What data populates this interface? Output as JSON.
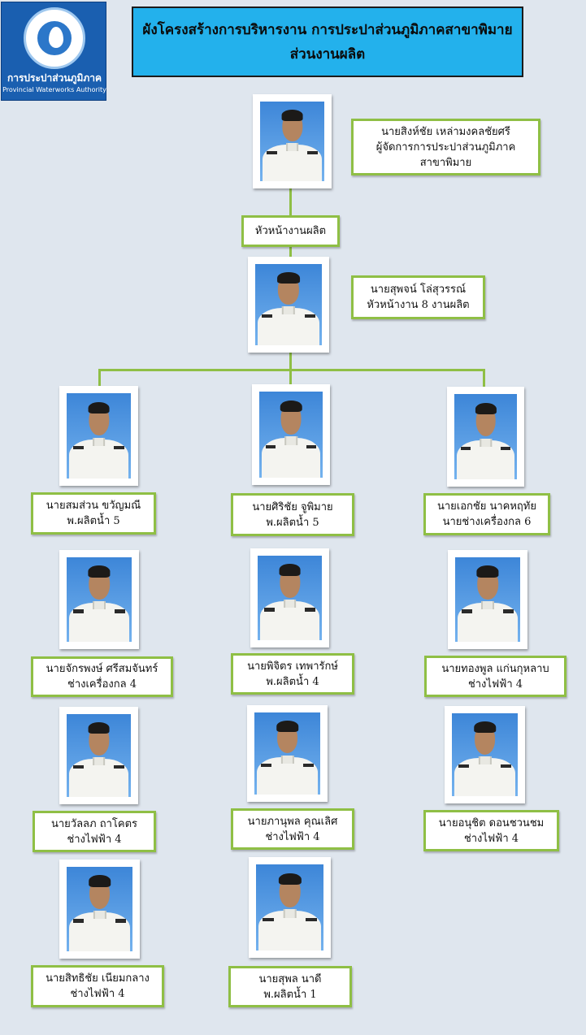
{
  "logo": {
    "name_th": "การประปาส่วนภูมิภาค",
    "name_en": "Provincial Waterworks Authority"
  },
  "header": {
    "title_line1": "ผังโครงสร้างการบริหารงาน การประปาส่วนภูมิภาคสาขาพิมาย",
    "title_line2": "ส่วนงานผลิต"
  },
  "section_label": "หัวหน้างานผลิต",
  "manager": {
    "name": "นายสิงห์ชัย  เหล่ามงคลชัยศรี",
    "position_line1": "ผู้จัดการการประปาส่วนภูมิภาค",
    "position_line2": "สาขาพิมาย"
  },
  "head": {
    "name": "นายสุพจน์  โล่สุวรรณ์",
    "position": "หัวหน้างาน 8 งานผลิต"
  },
  "staff": [
    {
      "name": "นายสมส่วน  ขวัญมณี",
      "position": "พ.ผลิตน้ำ 5"
    },
    {
      "name": "นายศิริชัย  จูพิมาย",
      "position": "พ.ผลิตน้ำ 5"
    },
    {
      "name": "นายเอกชัย นาคหฤทัย",
      "position": "นายช่างเครื่องกล 6"
    },
    {
      "name": "นายจักรพงษ์  ศรีสมจันทร์",
      "position": "ช่างเครื่องกล 4"
    },
    {
      "name": "นายพิจิตร  เทพารักษ์",
      "position": "พ.ผลิตน้ำ 4"
    },
    {
      "name": "นายทองพูล  แก่นกุหลาบ",
      "position": "ช่างไฟฟ้า 4"
    },
    {
      "name": "นายวัลลภ  ถาโคตร",
      "position": "ช่างไฟฟ้า 4"
    },
    {
      "name": "นายภานุพล  คุณเลิศ",
      "position": "ช่างไฟฟ้า 4"
    },
    {
      "name": "นายอนุชิต  ดอนชวนชม",
      "position": "ช่างไฟฟ้า 4"
    },
    {
      "name": "นายสิทธิชัย  เนียมกลาง",
      "position": "ช่างไฟฟ้า 4"
    },
    {
      "name": "นายสุพล  นาดี",
      "position": "พ.ผลิตน้ำ 1"
    }
  ],
  "colors": {
    "connector": "#8fbf45",
    "title_bg": "#23b1ec",
    "background": "#dfe6ee"
  }
}
